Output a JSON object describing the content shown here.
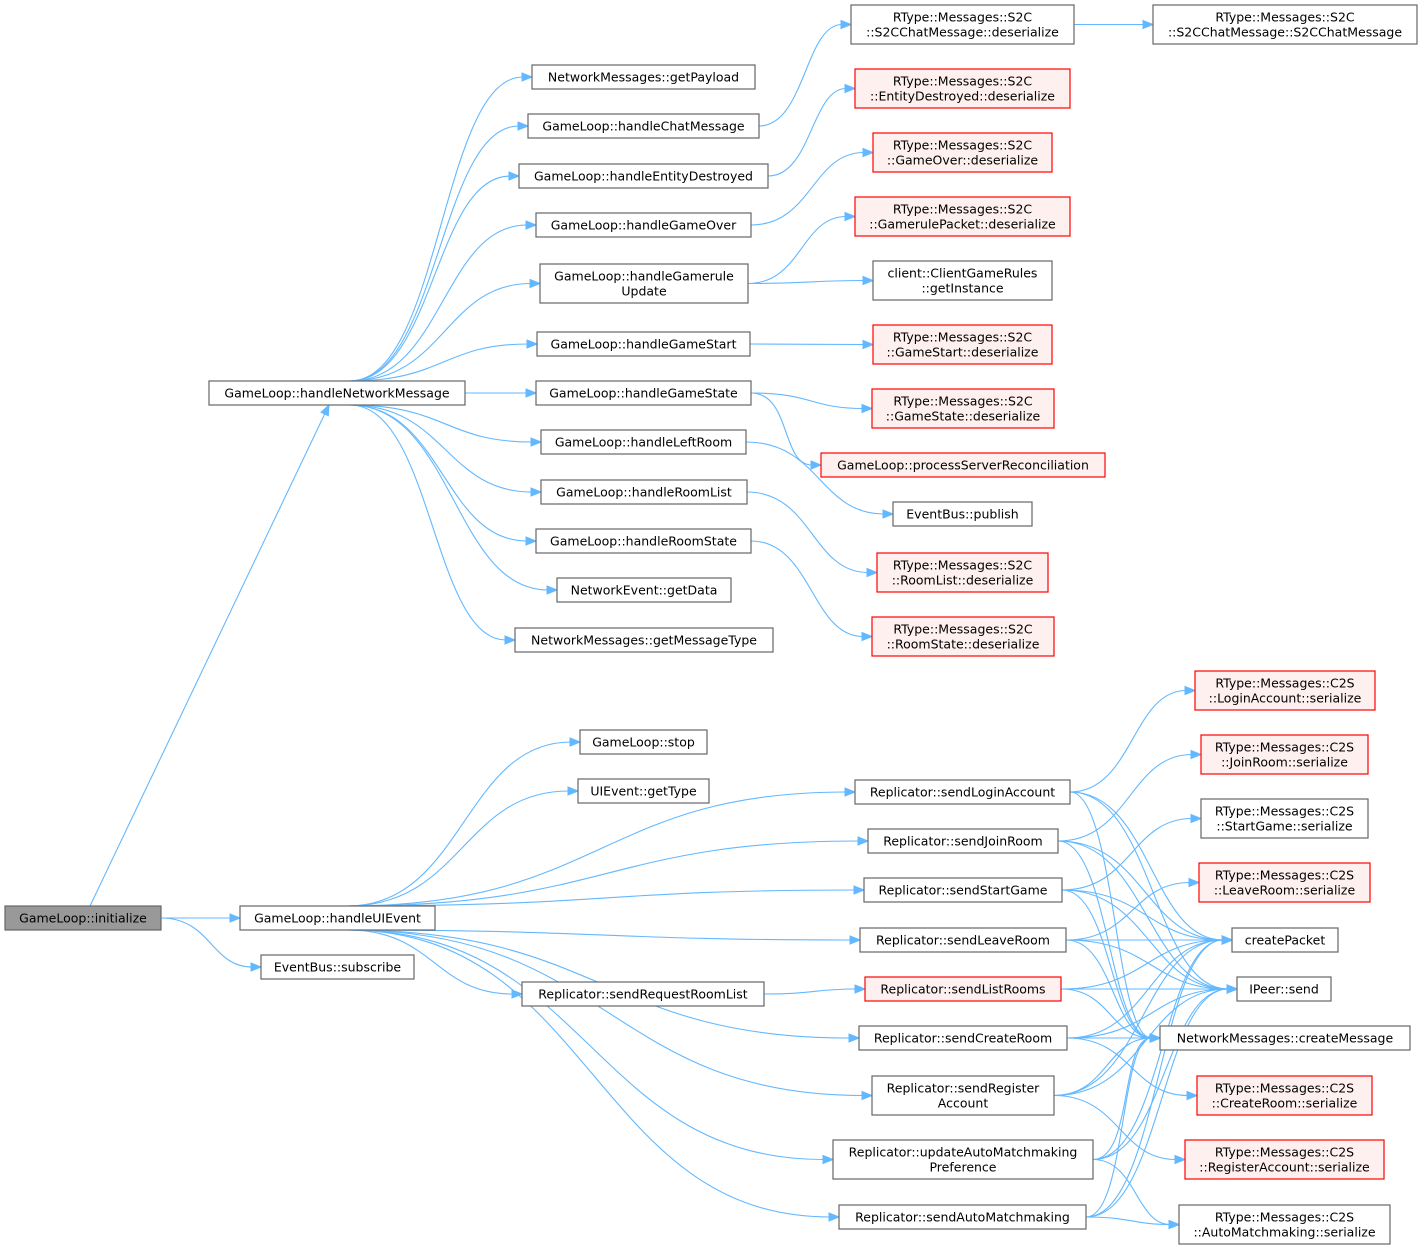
{
  "diagram": {
    "type": "call-graph",
    "colors": {
      "edge": "#63b8ff",
      "root_fill": "#999999",
      "undocumented_border": "#ff0000",
      "undocumented_fill": "#fff0f0",
      "border": "#666666"
    },
    "nodes": [
      {
        "id": "initialize",
        "lines": [
          "GameLoop::initialize"
        ],
        "style": "root"
      },
      {
        "id": "handleNetworkMessage",
        "lines": [
          "GameLoop::handleNetworkMessage"
        ],
        "style": "normal"
      },
      {
        "id": "handleUIEvent",
        "lines": [
          "GameLoop::handleUIEvent"
        ],
        "style": "normal"
      },
      {
        "id": "subscribe",
        "lines": [
          "EventBus::subscribe"
        ],
        "style": "normal"
      },
      {
        "id": "getPayload",
        "lines": [
          "NetworkMessages::getPayload"
        ],
        "style": "normal"
      },
      {
        "id": "handleChatMessage",
        "lines": [
          "GameLoop::handleChatMessage"
        ],
        "style": "normal"
      },
      {
        "id": "handleEntityDestroyed",
        "lines": [
          "GameLoop::handleEntityDestroyed"
        ],
        "style": "normal"
      },
      {
        "id": "handleGameOver",
        "lines": [
          "GameLoop::handleGameOver"
        ],
        "style": "normal"
      },
      {
        "id": "handleGameruleUpdate",
        "lines": [
          "GameLoop::handleGamerule",
          "Update"
        ],
        "style": "normal"
      },
      {
        "id": "handleGameStart",
        "lines": [
          "GameLoop::handleGameStart"
        ],
        "style": "normal"
      },
      {
        "id": "handleGameState",
        "lines": [
          "GameLoop::handleGameState"
        ],
        "style": "normal"
      },
      {
        "id": "handleLeftRoom",
        "lines": [
          "GameLoop::handleLeftRoom"
        ],
        "style": "normal"
      },
      {
        "id": "handleRoomList",
        "lines": [
          "GameLoop::handleRoomList"
        ],
        "style": "normal"
      },
      {
        "id": "handleRoomState",
        "lines": [
          "GameLoop::handleRoomState"
        ],
        "style": "normal"
      },
      {
        "id": "getData",
        "lines": [
          "NetworkEvent::getData"
        ],
        "style": "normal"
      },
      {
        "id": "getMessageType",
        "lines": [
          "NetworkMessages::getMessageType"
        ],
        "style": "normal"
      },
      {
        "id": "s2cChatDeser",
        "lines": [
          "RType::Messages::S2C",
          "::S2CChatMessage::deserialize"
        ],
        "style": "normal"
      },
      {
        "id": "s2cChatCtor",
        "lines": [
          "RType::Messages::S2C",
          "::S2CChatMessage::S2CChatMessage"
        ],
        "style": "normal"
      },
      {
        "id": "entityDestroyedDeser",
        "lines": [
          "RType::Messages::S2C",
          "::EntityDestroyed::deserialize"
        ],
        "style": "red"
      },
      {
        "id": "gameOverDeser",
        "lines": [
          "RType::Messages::S2C",
          "::GameOver::deserialize"
        ],
        "style": "red"
      },
      {
        "id": "gamerulePacketDeser",
        "lines": [
          "RType::Messages::S2C",
          "::GamerulePacket::deserialize"
        ],
        "style": "red"
      },
      {
        "id": "getInstance",
        "lines": [
          "client::ClientGameRules",
          "::getInstance"
        ],
        "style": "normal"
      },
      {
        "id": "gameStartDeser",
        "lines": [
          "RType::Messages::S2C",
          "::GameStart::deserialize"
        ],
        "style": "red"
      },
      {
        "id": "gameStateDeser",
        "lines": [
          "RType::Messages::S2C",
          "::GameState::deserialize"
        ],
        "style": "red"
      },
      {
        "id": "processServerReconciliation",
        "lines": [
          "GameLoop::processServerReconciliation"
        ],
        "style": "red"
      },
      {
        "id": "publish",
        "lines": [
          "EventBus::publish"
        ],
        "style": "normal"
      },
      {
        "id": "roomListDeser",
        "lines": [
          "RType::Messages::S2C",
          "::RoomList::deserialize"
        ],
        "style": "red"
      },
      {
        "id": "roomStateDeser",
        "lines": [
          "RType::Messages::S2C",
          "::RoomState::deserialize"
        ],
        "style": "red"
      },
      {
        "id": "stop",
        "lines": [
          "GameLoop::stop"
        ],
        "style": "normal"
      },
      {
        "id": "getType",
        "lines": [
          "UIEvent::getType"
        ],
        "style": "normal"
      },
      {
        "id": "sendLoginAccount",
        "lines": [
          "Replicator::sendLoginAccount"
        ],
        "style": "normal"
      },
      {
        "id": "sendJoinRoom",
        "lines": [
          "Replicator::sendJoinRoom"
        ],
        "style": "normal"
      },
      {
        "id": "sendStartGame",
        "lines": [
          "Replicator::sendStartGame"
        ],
        "style": "normal"
      },
      {
        "id": "sendLeaveRoom",
        "lines": [
          "Replicator::sendLeaveRoom"
        ],
        "style": "normal"
      },
      {
        "id": "sendRequestRoomList",
        "lines": [
          "Replicator::sendRequestRoomList"
        ],
        "style": "normal"
      },
      {
        "id": "sendListRooms",
        "lines": [
          "Replicator::sendListRooms"
        ],
        "style": "red"
      },
      {
        "id": "sendCreateRoom",
        "lines": [
          "Replicator::sendCreateRoom"
        ],
        "style": "normal"
      },
      {
        "id": "sendRegisterAccount",
        "lines": [
          "Replicator::sendRegister",
          "Account"
        ],
        "style": "normal"
      },
      {
        "id": "updateAutoMatchmakingPreference",
        "lines": [
          "Replicator::updateAutoMatchmaking",
          "Preference"
        ],
        "style": "normal"
      },
      {
        "id": "sendAutoMatchmaking",
        "lines": [
          "Replicator::sendAutoMatchmaking"
        ],
        "style": "normal"
      },
      {
        "id": "loginAccountSer",
        "lines": [
          "RType::Messages::C2S",
          "::LoginAccount::serialize"
        ],
        "style": "red"
      },
      {
        "id": "joinRoomSer",
        "lines": [
          "RType::Messages::C2S",
          "::JoinRoom::serialize"
        ],
        "style": "red"
      },
      {
        "id": "startGameSer",
        "lines": [
          "RType::Messages::C2S",
          "::StartGame::serialize"
        ],
        "style": "normal"
      },
      {
        "id": "leaveRoomSer",
        "lines": [
          "RType::Messages::C2S",
          "::LeaveRoom::serialize"
        ],
        "style": "red"
      },
      {
        "id": "createPacket",
        "lines": [
          "createPacket"
        ],
        "style": "normal"
      },
      {
        "id": "ipeerSend",
        "lines": [
          "IPeer::send"
        ],
        "style": "normal"
      },
      {
        "id": "createMessage",
        "lines": [
          "NetworkMessages::createMessage"
        ],
        "style": "normal"
      },
      {
        "id": "createRoomSer",
        "lines": [
          "RType::Messages::C2S",
          "::CreateRoom::serialize"
        ],
        "style": "red"
      },
      {
        "id": "registerAccountSer",
        "lines": [
          "RType::Messages::C2S",
          "::RegisterAccount::serialize"
        ],
        "style": "red"
      },
      {
        "id": "autoMatchmakingSer",
        "lines": [
          "RType::Messages::C2S",
          "::AutoMatchmaking::serialize"
        ],
        "style": "normal"
      }
    ],
    "edges": [
      [
        "initialize",
        "handleNetworkMessage"
      ],
      [
        "initialize",
        "handleUIEvent"
      ],
      [
        "initialize",
        "subscribe"
      ],
      [
        "handleNetworkMessage",
        "getPayload"
      ],
      [
        "handleNetworkMessage",
        "handleChatMessage"
      ],
      [
        "handleNetworkMessage",
        "handleEntityDestroyed"
      ],
      [
        "handleNetworkMessage",
        "handleGameOver"
      ],
      [
        "handleNetworkMessage",
        "handleGameruleUpdate"
      ],
      [
        "handleNetworkMessage",
        "handleGameStart"
      ],
      [
        "handleNetworkMessage",
        "handleGameState"
      ],
      [
        "handleNetworkMessage",
        "handleLeftRoom"
      ],
      [
        "handleNetworkMessage",
        "handleRoomList"
      ],
      [
        "handleNetworkMessage",
        "handleRoomState"
      ],
      [
        "handleNetworkMessage",
        "getData"
      ],
      [
        "handleNetworkMessage",
        "getMessageType"
      ],
      [
        "handleChatMessage",
        "s2cChatDeser"
      ],
      [
        "s2cChatDeser",
        "s2cChatCtor"
      ],
      [
        "handleEntityDestroyed",
        "entityDestroyedDeser"
      ],
      [
        "handleGameOver",
        "gameOverDeser"
      ],
      [
        "handleGameruleUpdate",
        "gamerulePacketDeser"
      ],
      [
        "handleGameruleUpdate",
        "getInstance"
      ],
      [
        "handleGameStart",
        "gameStartDeser"
      ],
      [
        "handleGameState",
        "gameStateDeser"
      ],
      [
        "handleGameState",
        "processServerReconciliation"
      ],
      [
        "handleLeftRoom",
        "publish"
      ],
      [
        "handleRoomList",
        "roomListDeser"
      ],
      [
        "handleRoomState",
        "roomStateDeser"
      ],
      [
        "handleUIEvent",
        "stop"
      ],
      [
        "handleUIEvent",
        "getType"
      ],
      [
        "handleUIEvent",
        "sendLoginAccount"
      ],
      [
        "handleUIEvent",
        "sendJoinRoom"
      ],
      [
        "handleUIEvent",
        "sendStartGame"
      ],
      [
        "handleUIEvent",
        "sendLeaveRoom"
      ],
      [
        "handleUIEvent",
        "sendRequestRoomList"
      ],
      [
        "handleUIEvent",
        "sendCreateRoom"
      ],
      [
        "handleUIEvent",
        "sendRegisterAccount"
      ],
      [
        "handleUIEvent",
        "updateAutoMatchmakingPreference"
      ],
      [
        "handleUIEvent",
        "sendAutoMatchmaking"
      ],
      [
        "sendRequestRoomList",
        "sendListRooms"
      ],
      [
        "sendLoginAccount",
        "loginAccountSer"
      ],
      [
        "sendLoginAccount",
        "createPacket"
      ],
      [
        "sendLoginAccount",
        "ipeerSend"
      ],
      [
        "sendLoginAccount",
        "createMessage"
      ],
      [
        "sendJoinRoom",
        "joinRoomSer"
      ],
      [
        "sendJoinRoom",
        "createPacket"
      ],
      [
        "sendJoinRoom",
        "ipeerSend"
      ],
      [
        "sendJoinRoom",
        "createMessage"
      ],
      [
        "sendStartGame",
        "startGameSer"
      ],
      [
        "sendStartGame",
        "createPacket"
      ],
      [
        "sendStartGame",
        "ipeerSend"
      ],
      [
        "sendStartGame",
        "createMessage"
      ],
      [
        "sendLeaveRoom",
        "leaveRoomSer"
      ],
      [
        "sendLeaveRoom",
        "createPacket"
      ],
      [
        "sendLeaveRoom",
        "ipeerSend"
      ],
      [
        "sendLeaveRoom",
        "createMessage"
      ],
      [
        "sendListRooms",
        "createPacket"
      ],
      [
        "sendListRooms",
        "ipeerSend"
      ],
      [
        "sendListRooms",
        "createMessage"
      ],
      [
        "sendCreateRoom",
        "createRoomSer"
      ],
      [
        "sendCreateRoom",
        "createPacket"
      ],
      [
        "sendCreateRoom",
        "ipeerSend"
      ],
      [
        "sendCreateRoom",
        "createMessage"
      ],
      [
        "sendRegisterAccount",
        "registerAccountSer"
      ],
      [
        "sendRegisterAccount",
        "createPacket"
      ],
      [
        "sendRegisterAccount",
        "ipeerSend"
      ],
      [
        "sendRegisterAccount",
        "createMessage"
      ],
      [
        "updateAutoMatchmakingPreference",
        "autoMatchmakingSer"
      ],
      [
        "updateAutoMatchmakingPreference",
        "createPacket"
      ],
      [
        "updateAutoMatchmakingPreference",
        "ipeerSend"
      ],
      [
        "updateAutoMatchmakingPreference",
        "createMessage"
      ],
      [
        "sendAutoMatchmaking",
        "autoMatchmakingSer"
      ],
      [
        "sendAutoMatchmaking",
        "createPacket"
      ],
      [
        "sendAutoMatchmaking",
        "ipeerSend"
      ],
      [
        "sendAutoMatchmaking",
        "createMessage"
      ]
    ]
  }
}
